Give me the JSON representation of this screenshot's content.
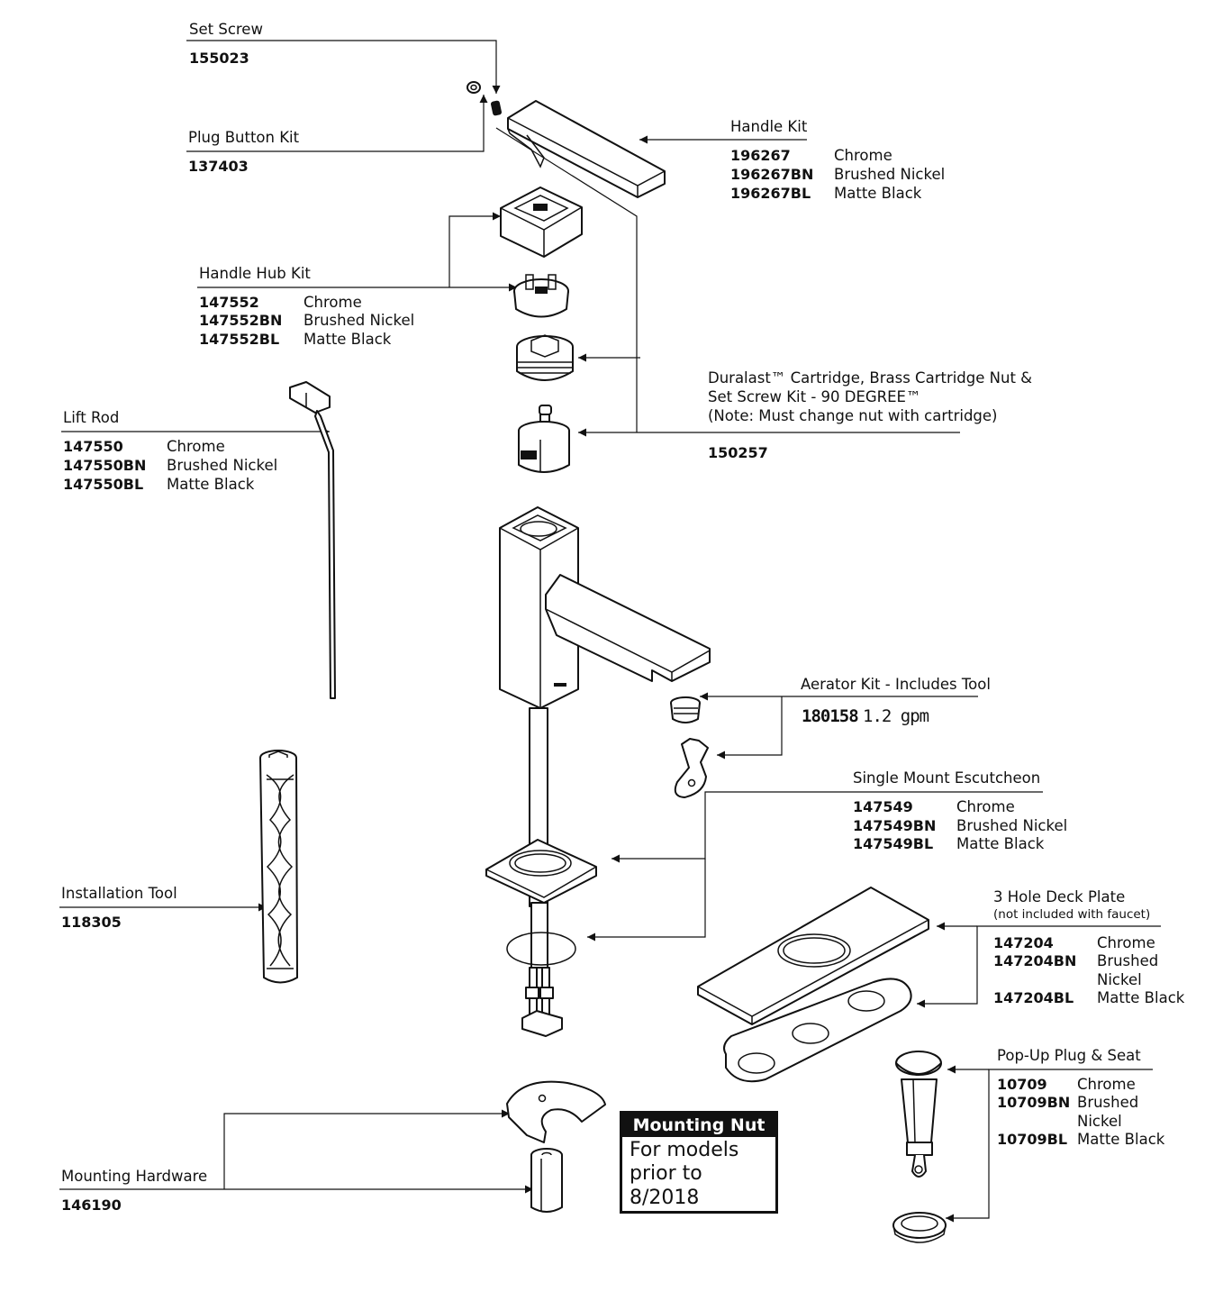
{
  "callouts": {
    "set_screw": {
      "name": "Set Screw",
      "part": "155023"
    },
    "plug_button": {
      "name": "Plug Button Kit",
      "part": "137403"
    },
    "handle_kit": {
      "name": "Handle Kit",
      "items": [
        {
          "part": "196267",
          "finish": "Chrome"
        },
        {
          "part": "196267BN",
          "finish": "Brushed Nickel"
        },
        {
          "part": "196267BL",
          "finish": "Matte Black"
        }
      ]
    },
    "handle_hub": {
      "name": "Handle Hub Kit",
      "items": [
        {
          "part": "147552",
          "finish": "Chrome"
        },
        {
          "part": "147552BN",
          "finish": "Brushed Nickel"
        },
        {
          "part": "147552BL",
          "finish": "Matte Black"
        }
      ]
    },
    "cartridge": {
      "line1": "Duralast™ Cartridge, Brass Cartridge Nut &",
      "line2": "Set Screw Kit - 90 DEGREE™",
      "note": "(Note:  Must change nut with cartridge)",
      "part": "150257"
    },
    "lift_rod": {
      "name": "Lift Rod",
      "items": [
        {
          "part": "147550",
          "finish": "Chrome"
        },
        {
          "part": "147550BN",
          "finish": "Brushed Nickel"
        },
        {
          "part": "147550BL",
          "finish": "Matte Black"
        }
      ]
    },
    "aerator": {
      "name": "Aerator Kit - Includes Tool",
      "part": "180158",
      "flow": "1.2 gpm"
    },
    "escutcheon": {
      "name": "Single Mount Escutcheon",
      "items": [
        {
          "part": "147549",
          "finish": "Chrome"
        },
        {
          "part": "147549BN",
          "finish": "Brushed Nickel"
        },
        {
          "part": "147549BL",
          "finish": "Matte Black"
        }
      ]
    },
    "install_tool": {
      "name": "Installation Tool",
      "part": "118305"
    },
    "deck_plate": {
      "name": "3 Hole Deck Plate",
      "note": "(not included with faucet)",
      "items": [
        {
          "part": "147204",
          "finish": "Chrome"
        },
        {
          "part": "147204BN",
          "finish": "Brushed",
          "finish2": "Nickel"
        },
        {
          "part": "147204BL",
          "finish": "Matte Black"
        }
      ]
    },
    "popup": {
      "name": "Pop-Up Plug & Seat",
      "items": [
        {
          "part": "10709",
          "finish": "Chrome"
        },
        {
          "part": "10709BN",
          "finish": "Brushed",
          "finish2": "Nickel"
        },
        {
          "part": "10709BL",
          "finish": "Matte Black"
        }
      ]
    },
    "mounting_hardware": {
      "name": "Mounting Hardware",
      "part": "146190"
    }
  },
  "mounting_nut_box": {
    "title": "Mounting Nut",
    "lines": [
      "For models",
      "prior to",
      "8/2018"
    ]
  }
}
